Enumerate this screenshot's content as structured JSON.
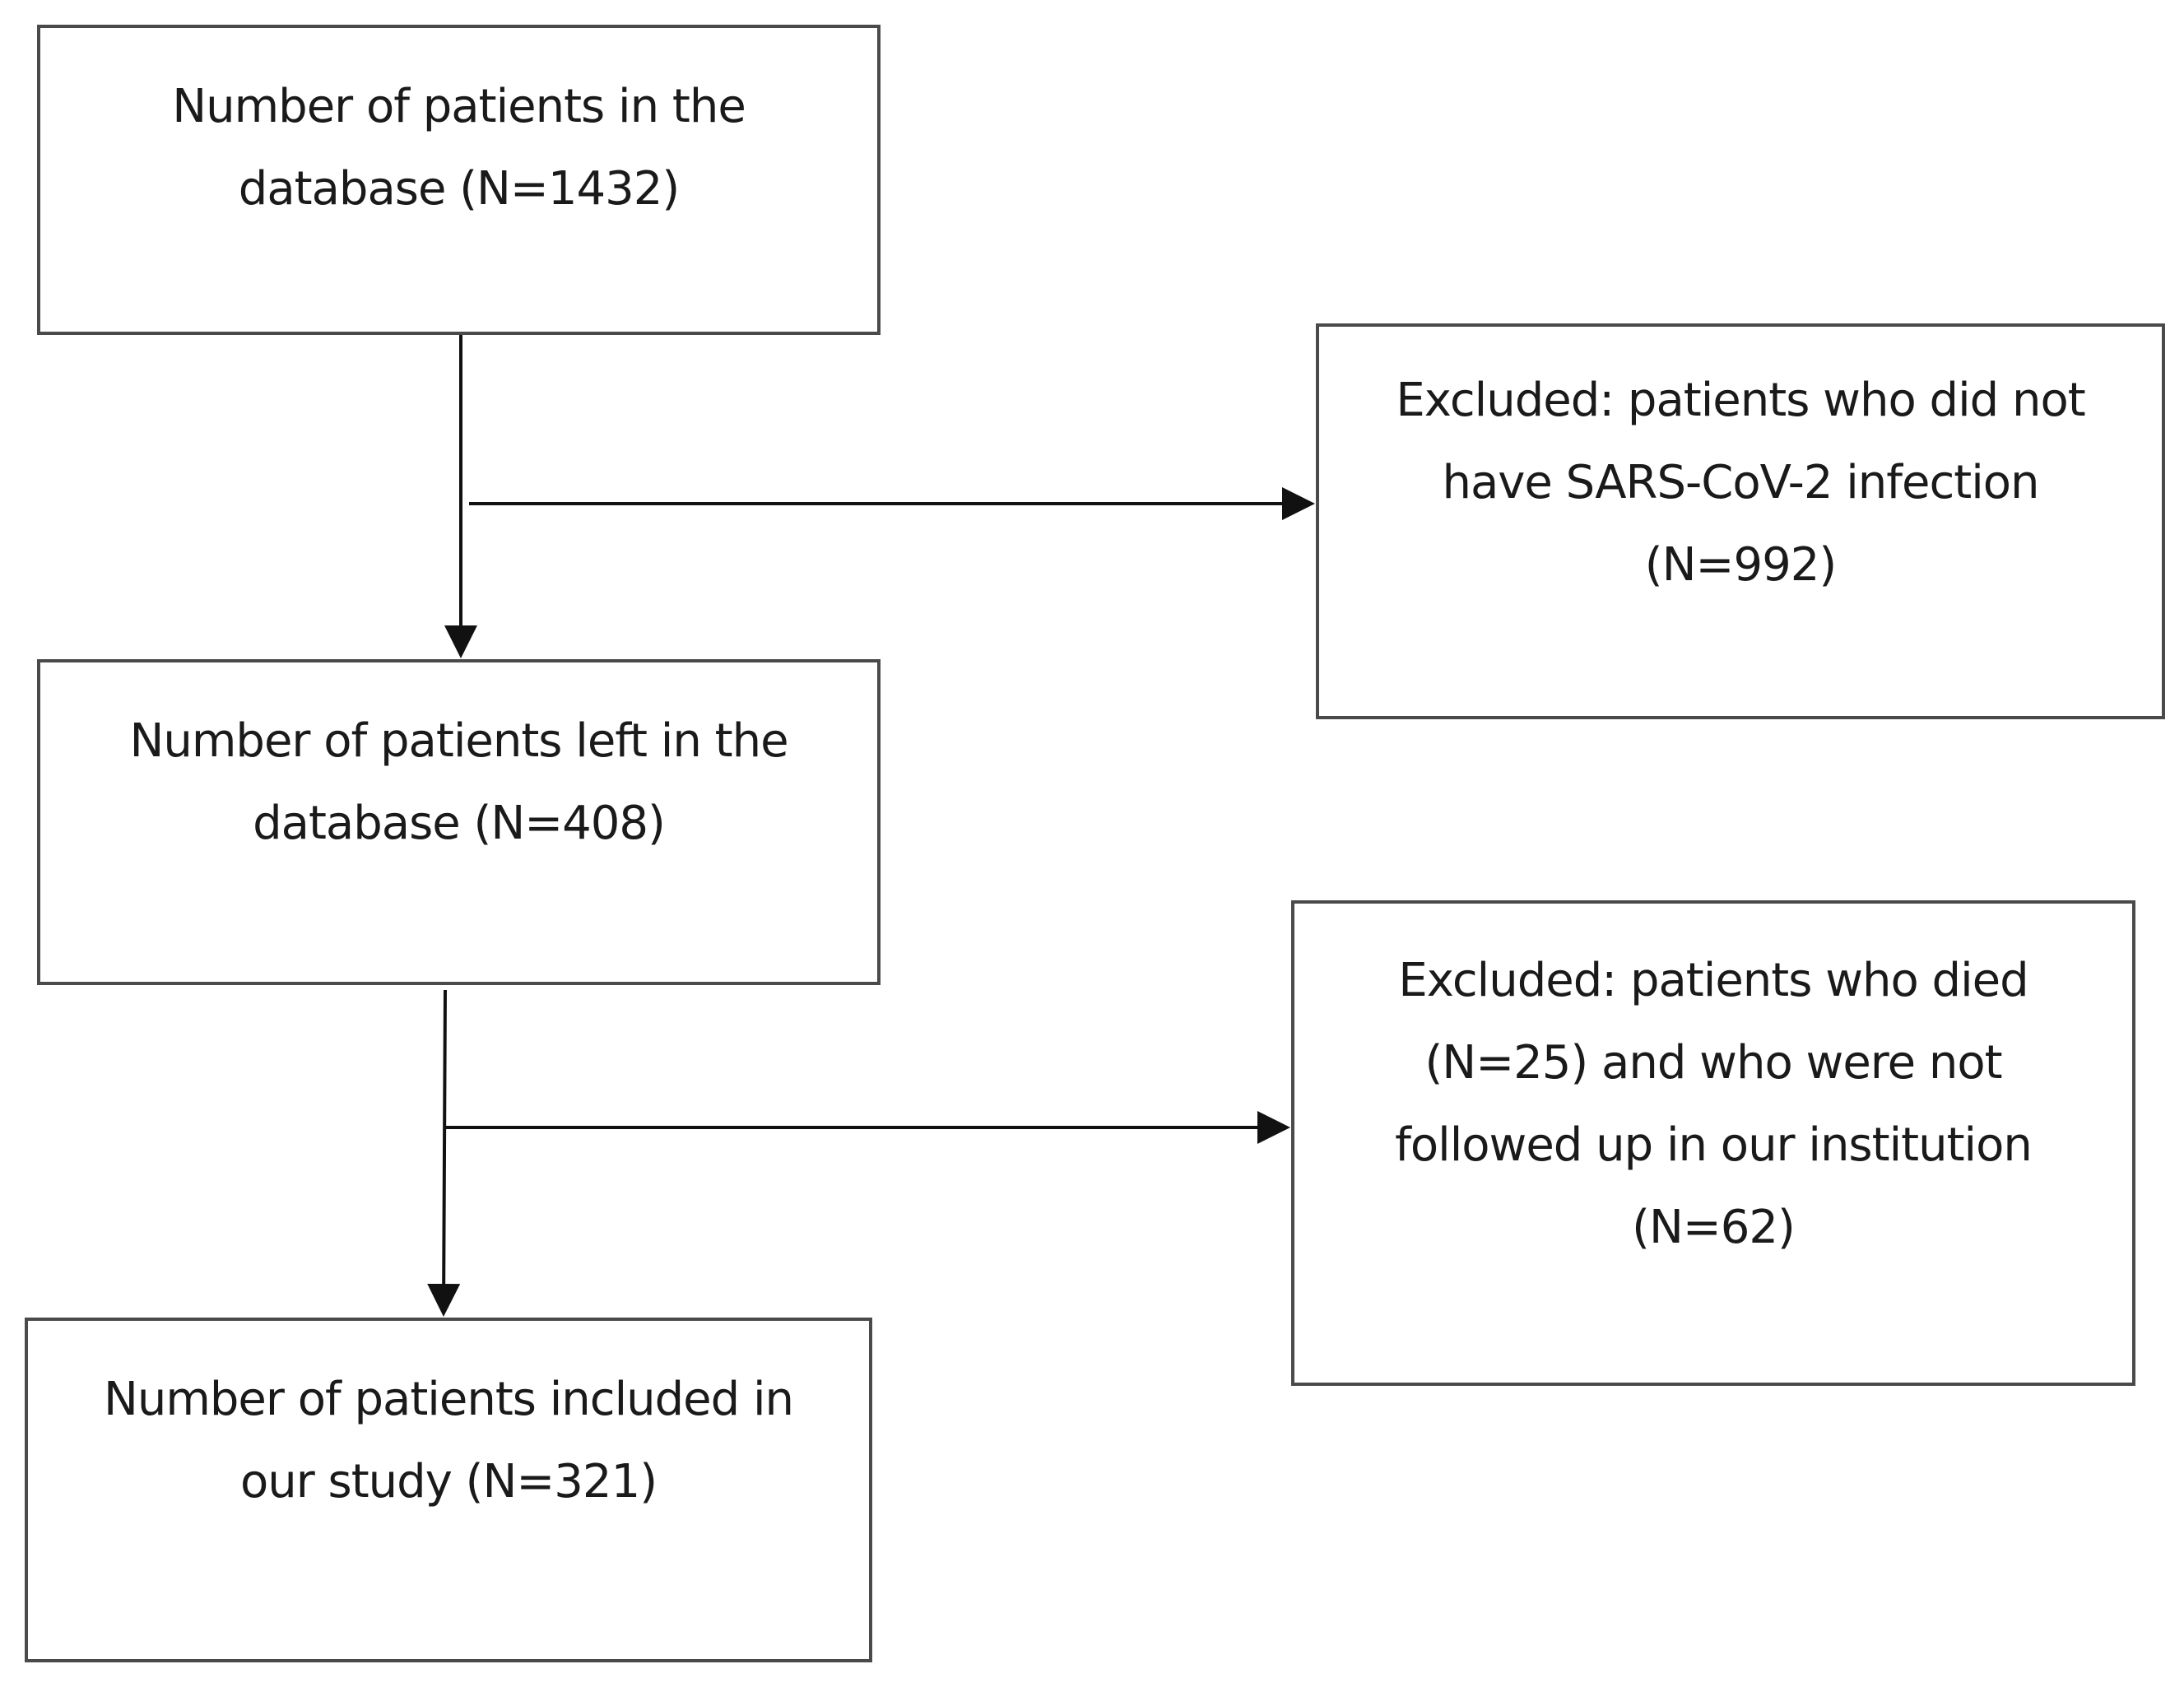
{
  "flowchart": {
    "start": {
      "lines": [
        "Number of patients in the",
        "database (N=1432)"
      ]
    },
    "after_first_exclusion": {
      "lines": [
        "Number of patients left in the",
        "database (N=408)"
      ]
    },
    "included": {
      "lines": [
        "Number of patients included in",
        "our study (N=321)"
      ]
    },
    "exclusion_1": {
      "lines": [
        "Excluded: patients who did not",
        "have SARS-CoV-2 infection",
        "(N=992)"
      ]
    },
    "exclusion_2": {
      "lines": [
        "Excluded: patients who died",
        "(N=25) and who were not",
        "followed up in our institution",
        "(N=62)"
      ]
    }
  },
  "colors": {
    "border": "#4a4a4a",
    "arrow": "#111111",
    "text": "#1a1a1a",
    "background": "#ffffff"
  }
}
